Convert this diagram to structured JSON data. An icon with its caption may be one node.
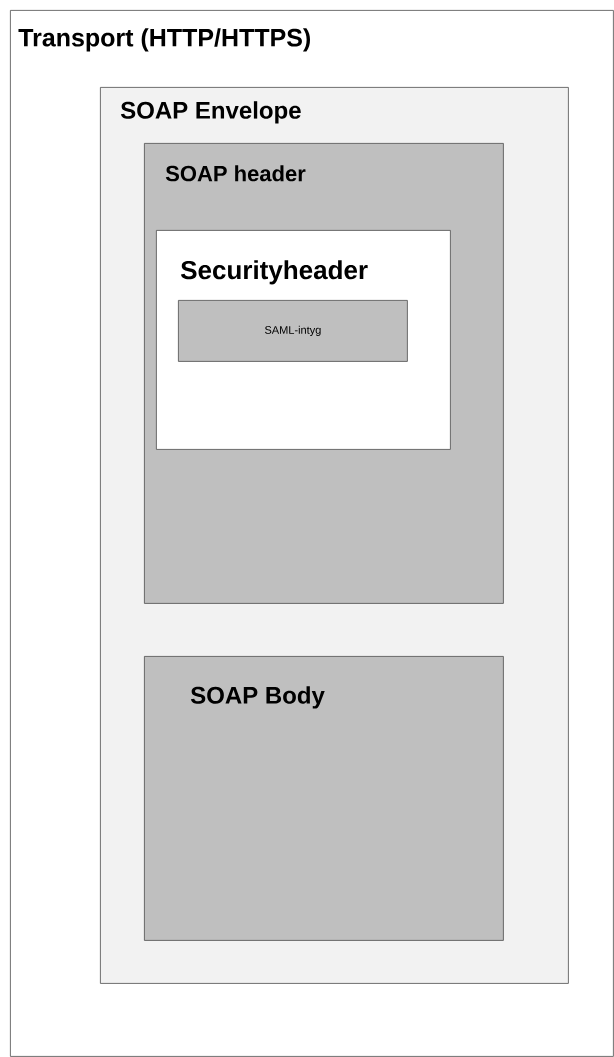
{
  "diagram": {
    "nodes": [
      {
        "text": [
          "Transport (HTTP/HTTPS)"
        ]
      },
      {
        "text": [
          "SOAP Envelope"
        ],
        "in": 0
      },
      {
        "text": [
          "SOAP header"
        ],
        "in": 1
      },
      {
        "text": [
          "Securityheader"
        ],
        "in": 2
      },
      {
        "text": [
          "SAML-intyg"
        ],
        "in": 3
      },
      {
        "text": [
          "SOAP Body"
        ],
        "in": 1
      }
    ]
  }
}
